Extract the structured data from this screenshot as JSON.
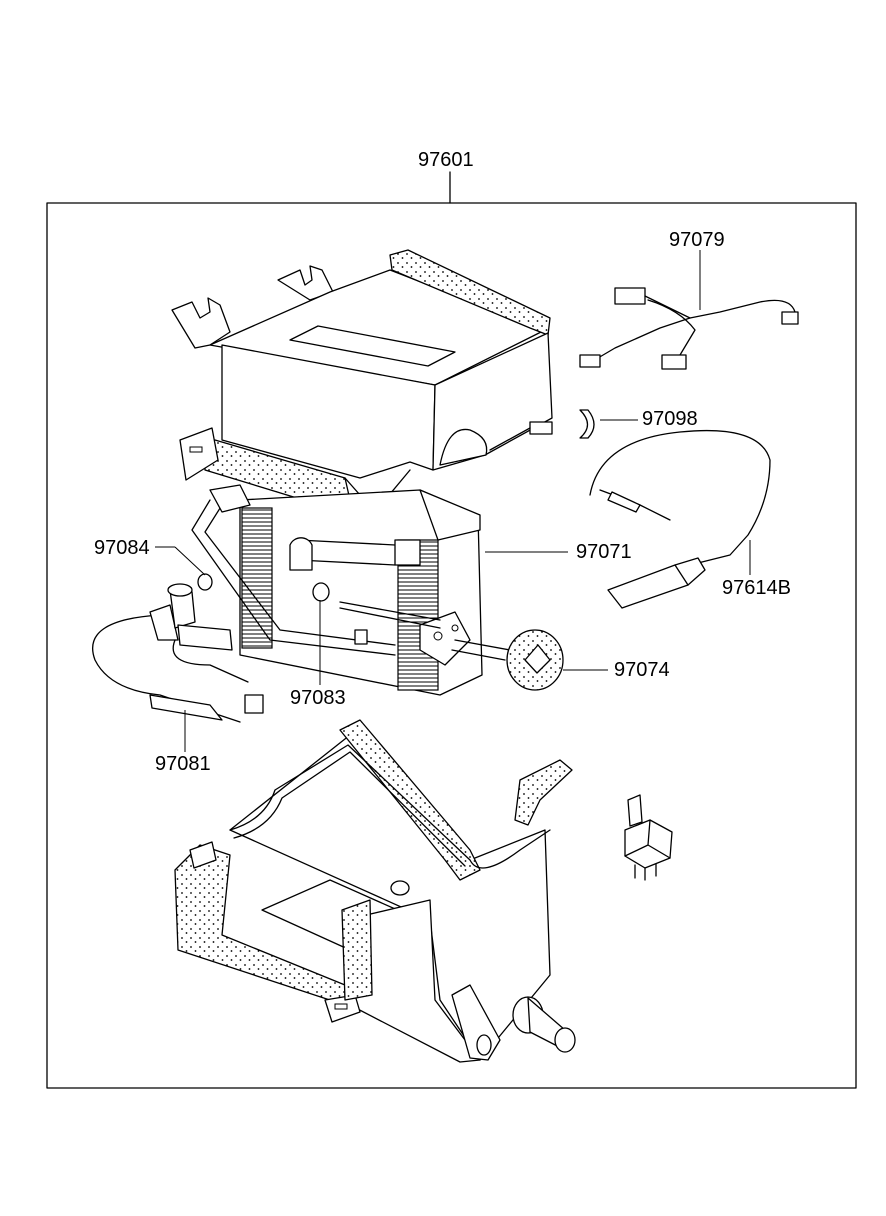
{
  "diagram": {
    "assembly_part_number": "97601",
    "callouts": [
      {
        "id": "97079",
        "text": "97079"
      },
      {
        "id": "97098",
        "text": "97098"
      },
      {
        "id": "97084",
        "text": "97084"
      },
      {
        "id": "97071",
        "text": "97071"
      },
      {
        "id": "97614B",
        "text": "97614B"
      },
      {
        "id": "97083",
        "text": "97083"
      },
      {
        "id": "97074",
        "text": "97074"
      },
      {
        "id": "97081",
        "text": "97081"
      }
    ]
  }
}
